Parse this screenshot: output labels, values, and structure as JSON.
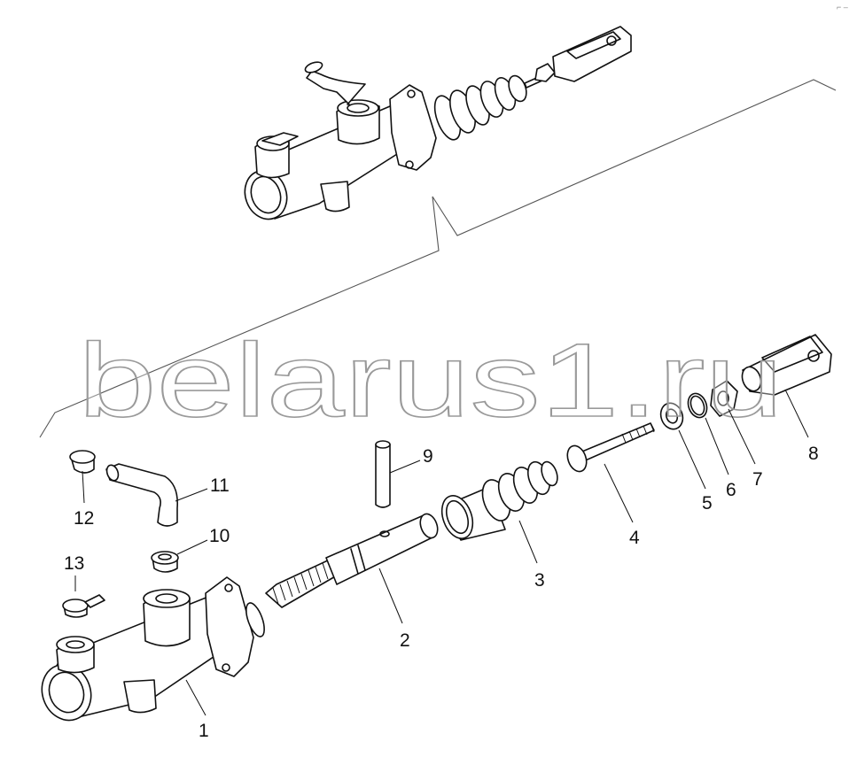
{
  "watermark": {
    "text": "belarus1.ru"
  },
  "corner_mark": "⌐ ‒",
  "callouts": [
    {
      "label": "1"
    },
    {
      "label": "2"
    },
    {
      "label": "3"
    },
    {
      "label": "4"
    },
    {
      "label": "5"
    },
    {
      "label": "6"
    },
    {
      "label": "7"
    },
    {
      "label": "8"
    },
    {
      "label": "9"
    },
    {
      "label": "10"
    },
    {
      "label": "11"
    },
    {
      "label": "12"
    },
    {
      "label": "13"
    }
  ]
}
